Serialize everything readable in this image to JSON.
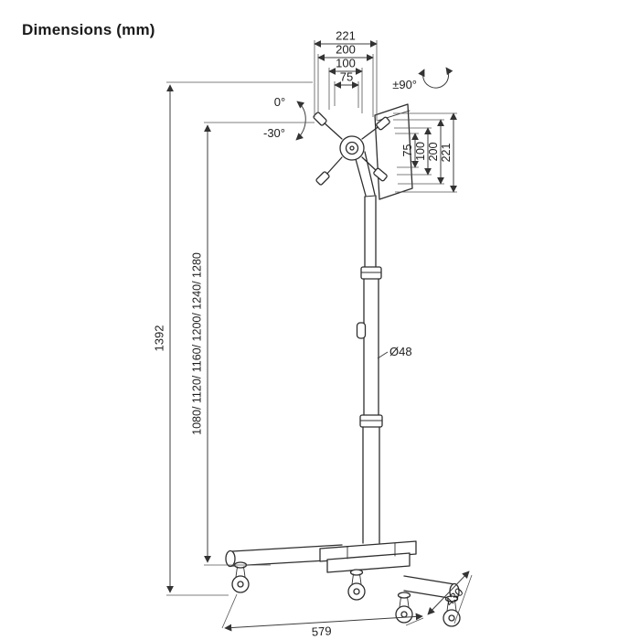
{
  "title": "Dimensions (mm)",
  "vesa": {
    "top_widths": [
      "221",
      "200",
      "100",
      "75"
    ],
    "side_heights": [
      "75",
      "100",
      "200",
      "221"
    ]
  },
  "rotation": {
    "swivel": "±90°",
    "tilt_up": "0°",
    "tilt_down": "-30°"
  },
  "stand": {
    "overall_height": "1392",
    "height_adjustments": "1080/ 1120/ 1160/ 1200/ 1240/ 1280",
    "pole_diameter": "Ø48",
    "base_width": "579",
    "base_depth": "430"
  },
  "colors": {
    "line": "#2e2e2e",
    "text": "#1d1d1d",
    "background": "#ffffff"
  }
}
